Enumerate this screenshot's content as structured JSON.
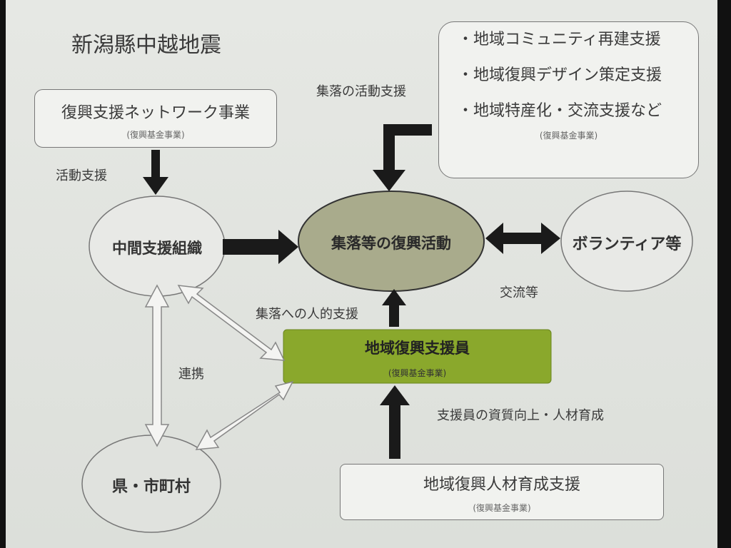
{
  "title": "新潟縣中越地震",
  "fund_note": "(復興基金事業)",
  "network_box": {
    "label": "復興支援ネットワーク事業"
  },
  "support_list": {
    "items": [
      "・地域コミュニティ再建支援",
      "・地域復興デザイン策定支援",
      "・地域特産化・交流支援など"
    ]
  },
  "training_box": {
    "label": "地域復興人材育成支援"
  },
  "nodes": {
    "intermediate": "中間支援組織",
    "community": "集落等の復興活動",
    "volunteer": "ボランティア等",
    "prefecture": "県・市町村",
    "supporter": "地域復興支援員"
  },
  "edge_labels": {
    "activity_support": "活動支援",
    "community_activity_support": "集落の活動支援",
    "exchange": "交流等",
    "human_support": "集落への人的支援",
    "cooperation": "連携",
    "quality_improvement": "支援員の資質向上・人材育成"
  },
  "colors": {
    "community_fill": "#a9ab8c",
    "supporter_fill": "#8aa82c"
  }
}
